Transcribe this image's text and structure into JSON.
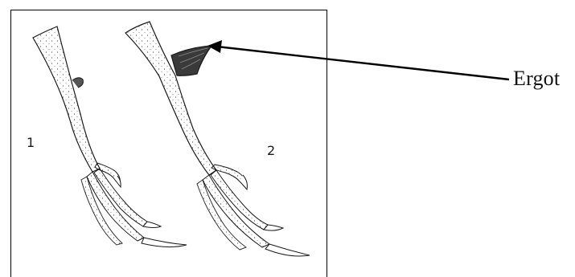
{
  "figure": {
    "foot_labels": [
      "1",
      "2"
    ],
    "callout": "Ergot"
  },
  "colors": {
    "ink": "#1a1a1a",
    "paper": "#ffffff",
    "frame": "#000000"
  }
}
